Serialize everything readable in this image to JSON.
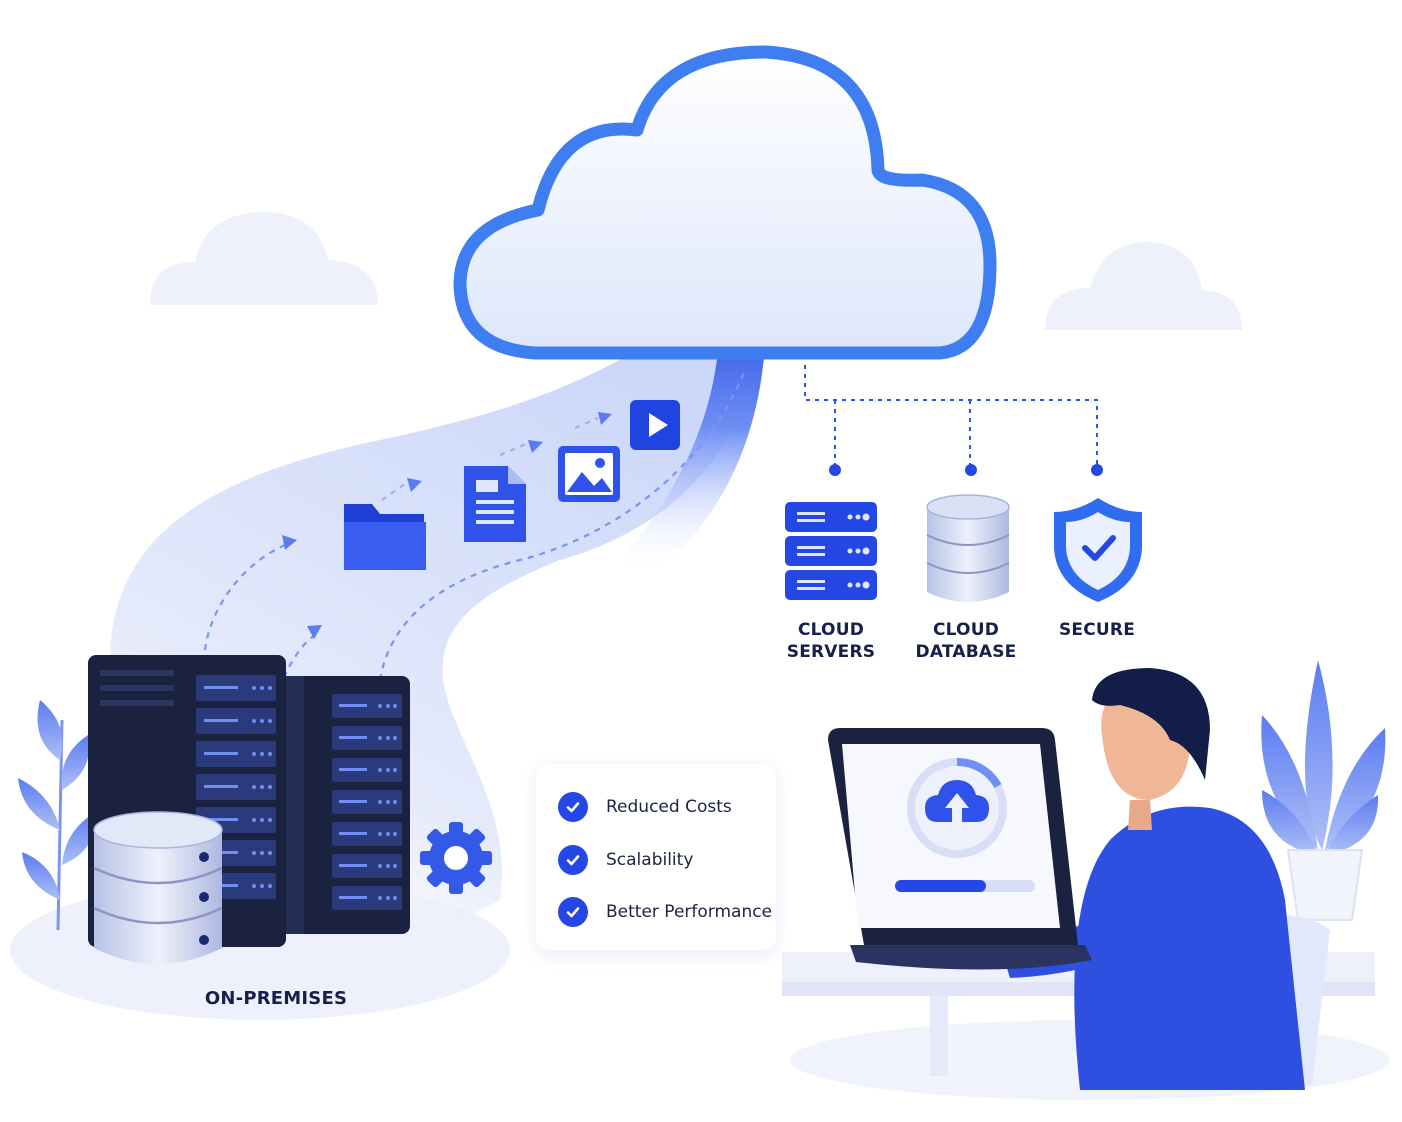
{
  "labels": {
    "cloud_servers": [
      "CLOUD",
      "SERVERS"
    ],
    "cloud_database": [
      "CLOUD",
      "DATABASE"
    ],
    "secure": "SECURE",
    "on_premises": "ON-PREMISES"
  },
  "benefits": [
    {
      "label": "Reduced Costs",
      "icon": "check-circle-icon"
    },
    {
      "label": "Scalability",
      "icon": "check-circle-icon"
    },
    {
      "label": "Better Performance",
      "icon": "check-circle-icon"
    }
  ],
  "icons": {
    "migration_files": [
      "folder-icon",
      "document-icon",
      "image-icon",
      "play-icon"
    ],
    "cloud_services": [
      "server-rack-icon",
      "database-icon",
      "shield-check-icon"
    ],
    "other": [
      "gear-icon",
      "upload-icon"
    ]
  },
  "upload_progress": 0.65,
  "colors": {
    "accent": "#2447e6",
    "cloud_outline": "#3f7ef0",
    "navy": "#16204a",
    "server_dark": "#1b2240",
    "light_fill": "#e9edfb"
  }
}
